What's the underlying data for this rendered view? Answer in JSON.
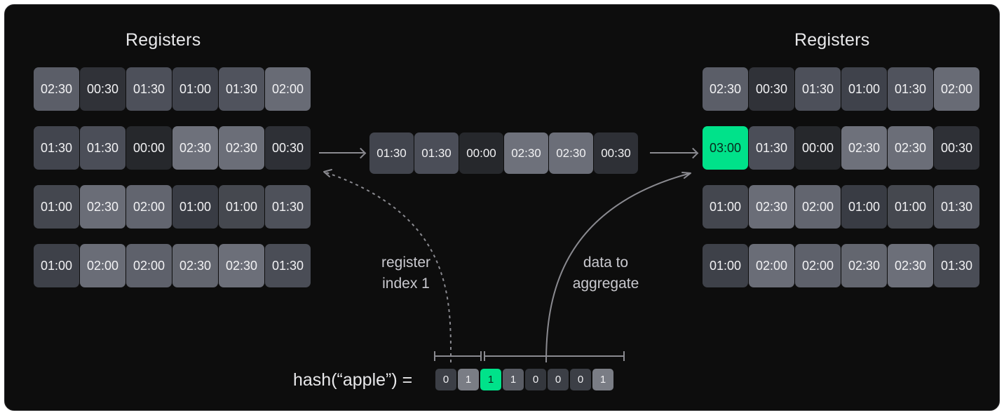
{
  "headings": {
    "left": "Registers",
    "right": "Registers"
  },
  "colors": {
    "background": "#0d0d0d",
    "highlight": "#00e28a",
    "text": "#f2f2f4",
    "line": "#8a8a90",
    "caption": "#c9c9cf"
  },
  "left_registers": {
    "rows": [
      [
        {
          "value": "02:30",
          "shade": "#5b5e68"
        },
        {
          "value": "00:30",
          "shade": "#303238"
        },
        {
          "value": "01:30",
          "shade": "#4d505a"
        },
        {
          "value": "01:00",
          "shade": "#3f424b"
        },
        {
          "value": "01:30",
          "shade": "#50535d"
        },
        {
          "value": "02:00",
          "shade": "#686b75"
        }
      ],
      [
        {
          "value": "01:30",
          "shade": "#42454e"
        },
        {
          "value": "01:30",
          "shade": "#4b4e58"
        },
        {
          "value": "00:00",
          "shade": "#26282c"
        },
        {
          "value": "02:30",
          "shade": "#6e717b"
        },
        {
          "value": "02:30",
          "shade": "#6b6e78"
        },
        {
          "value": "00:30",
          "shade": "#2e3036"
        }
      ],
      [
        {
          "value": "01:00",
          "shade": "#44474f"
        },
        {
          "value": "02:30",
          "shade": "#6a6d77"
        },
        {
          "value": "02:00",
          "shade": "#62656f"
        },
        {
          "value": "01:00",
          "shade": "#393c44"
        },
        {
          "value": "01:00",
          "shade": "#45484f"
        },
        {
          "value": "01:30",
          "shade": "#4e515a"
        }
      ],
      [
        {
          "value": "01:00",
          "shade": "#3e4149"
        },
        {
          "value": "02:00",
          "shade": "#6a6d77"
        },
        {
          "value": "02:00",
          "shade": "#5e616b"
        },
        {
          "value": "02:30",
          "shade": "#63666f"
        },
        {
          "value": "02:30",
          "shade": "#6c6f79"
        },
        {
          "value": "01:30",
          "shade": "#4a4d56"
        }
      ]
    ]
  },
  "center_row": {
    "cells": [
      {
        "value": "01:30",
        "shade": "#42454e"
      },
      {
        "value": "01:30",
        "shade": "#4b4e58"
      },
      {
        "value": "00:00",
        "shade": "#26282c"
      },
      {
        "value": "02:30",
        "shade": "#6e717b"
      },
      {
        "value": "02:30",
        "shade": "#6b6e78"
      },
      {
        "value": "00:30",
        "shade": "#2e3036"
      }
    ]
  },
  "right_registers": {
    "rows": [
      [
        {
          "value": "02:30",
          "shade": "#5b5e68"
        },
        {
          "value": "00:30",
          "shade": "#303238"
        },
        {
          "value": "01:30",
          "shade": "#4d505a"
        },
        {
          "value": "01:00",
          "shade": "#3f424b"
        },
        {
          "value": "01:30",
          "shade": "#50535d"
        },
        {
          "value": "02:00",
          "shade": "#686b75"
        }
      ],
      [
        {
          "value": "03:00",
          "shade": "#00e28a",
          "highlight": true
        },
        {
          "value": "01:30",
          "shade": "#4b4e58"
        },
        {
          "value": "00:00",
          "shade": "#26282c"
        },
        {
          "value": "02:30",
          "shade": "#6e717b"
        },
        {
          "value": "02:30",
          "shade": "#6b6e78"
        },
        {
          "value": "00:30",
          "shade": "#2e3036"
        }
      ],
      [
        {
          "value": "01:00",
          "shade": "#44474f"
        },
        {
          "value": "02:30",
          "shade": "#6a6d77"
        },
        {
          "value": "02:00",
          "shade": "#62656f"
        },
        {
          "value": "01:00",
          "shade": "#393c44"
        },
        {
          "value": "01:00",
          "shade": "#45484f"
        },
        {
          "value": "01:30",
          "shade": "#4e515a"
        }
      ],
      [
        {
          "value": "01:00",
          "shade": "#3e4149"
        },
        {
          "value": "02:00",
          "shade": "#6a6d77"
        },
        {
          "value": "02:00",
          "shade": "#5e616b"
        },
        {
          "value": "02:30",
          "shade": "#63666f"
        },
        {
          "value": "02:30",
          "shade": "#6c6f79"
        },
        {
          "value": "01:30",
          "shade": "#4a4d56"
        }
      ]
    ]
  },
  "captions": {
    "register_index": "register\nindex 1",
    "data_to_aggregate": "data to\naggregate"
  },
  "hash": {
    "expression": "hash(“apple”) =",
    "bits": [
      {
        "value": "0",
        "shade": "#3c3f46"
      },
      {
        "value": "1",
        "shade": "#7a7d85"
      },
      {
        "value": "1",
        "shade": "#00e28a",
        "highlight": true
      },
      {
        "value": "1",
        "shade": "#595c64"
      },
      {
        "value": "0",
        "shade": "#34373d"
      },
      {
        "value": "0",
        "shade": "#3c3f46"
      },
      {
        "value": "0",
        "shade": "#3c3f46"
      },
      {
        "value": "1",
        "shade": "#7a7d85"
      }
    ]
  }
}
